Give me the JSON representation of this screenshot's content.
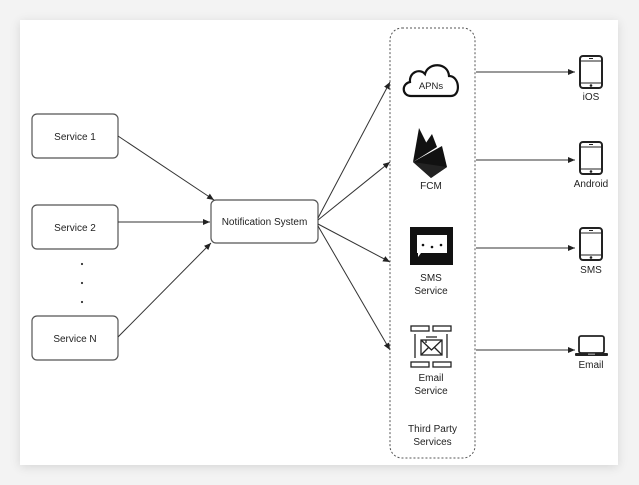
{
  "services": [
    {
      "label": "Service 1"
    },
    {
      "label": "Service 2"
    },
    {
      "label": "Service N"
    }
  ],
  "ellipsis": "·",
  "notification_system": {
    "label": "Notification System"
  },
  "third_party": {
    "group_label_line1": "Third Party",
    "group_label_line2": "Services",
    "providers": [
      {
        "icon": "cloud-icon",
        "label": "APNs"
      },
      {
        "icon": "firebase-icon",
        "label": "FCM"
      },
      {
        "icon": "chat-bubble-icon",
        "label_line1": "SMS",
        "label_line2": "Service"
      },
      {
        "icon": "email-service-icon",
        "label_line1": "Email",
        "label_line2": "Service"
      }
    ]
  },
  "devices": [
    {
      "icon": "phone-icon",
      "label": "iOS"
    },
    {
      "icon": "phone-icon",
      "label": "Android"
    },
    {
      "icon": "phone-icon",
      "label": "SMS"
    },
    {
      "icon": "laptop-icon",
      "label": "Email"
    }
  ]
}
